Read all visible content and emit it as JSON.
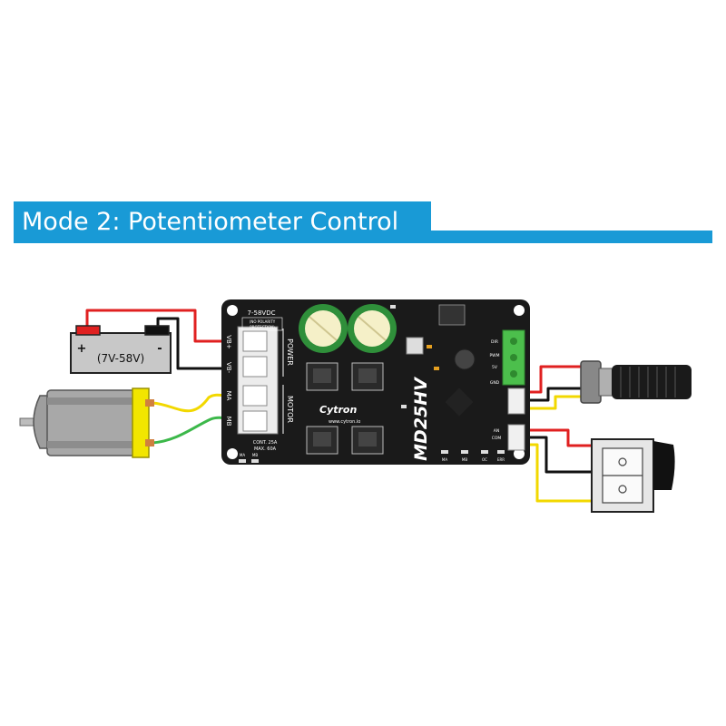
{
  "banner": {
    "title": "Mode 2: Potentiometer Control"
  },
  "battery": {
    "label": "(7V-58V)",
    "plus": "+",
    "minus": "-"
  },
  "board": {
    "model": "MD25HV",
    "brand": "Cytron",
    "website": "www.cytron.io",
    "power_voltage": "7-58VDC",
    "no_polarity": "(NO POLARITY",
    "protection": "PROTECTION)",
    "power_label": "POWER",
    "motor_label": "MOTOR",
    "terminal_vb_plus": "VB+",
    "terminal_vb_minus": "VB-",
    "terminal_ma": "MA",
    "terminal_mb": "MB",
    "current_cont": "CONT. 25A",
    "current_max": "MAX. 60A",
    "pin_dir": "DIR",
    "pin_pwm": "PWM",
    "pin_5v": "5V",
    "pin_gnd": "GND",
    "pin_an": "AN",
    "pin_com": "COM",
    "pin_ma": "MA",
    "pin_mb": "MB",
    "pin_ma2": "MA",
    "pin_mb2": "MB",
    "pin_oc": "OC",
    "pin_err": "ERR"
  },
  "colors": {
    "banner": "#199ad6",
    "board": "#1a1a1a",
    "wire_red": "#e02020",
    "wire_black": "#111111",
    "wire_yellow": "#f2d800",
    "wire_green": "#3cb84a",
    "capacitor": "#2f8f3a",
    "connector_green": "#4cbf4c"
  },
  "icons": [
    "dc-motor-icon",
    "battery-icon",
    "potentiometer-icon",
    "rocker-switch-icon",
    "motor-driver-board-icon"
  ]
}
